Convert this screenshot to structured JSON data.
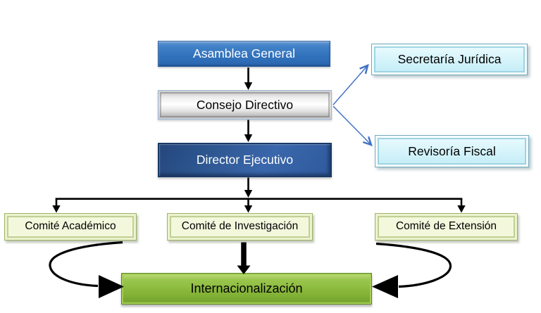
{
  "nodes": {
    "asamblea": {
      "label": "Asamblea General"
    },
    "consejo": {
      "label": "Consejo Directivo"
    },
    "director": {
      "label": "Director Ejecutivo"
    },
    "secretaria": {
      "label": "Secretaría Jurídica"
    },
    "revisoria": {
      "label": "Revisoría Fiscal"
    },
    "academico": {
      "label": "Comité Académico"
    },
    "investigacion": {
      "label": "Comité de Investigación"
    },
    "extension": {
      "label": "Comité de Extensión"
    },
    "internacional": {
      "label": "Internacionalización"
    }
  },
  "edges": [
    {
      "from": "asamblea",
      "to": "consejo",
      "style": "black-arrow"
    },
    {
      "from": "consejo",
      "to": "director",
      "style": "black-arrow"
    },
    {
      "from": "consejo",
      "to": "secretaria",
      "style": "thin-blue-arrow"
    },
    {
      "from": "consejo",
      "to": "revisoria",
      "style": "thin-blue-arrow"
    },
    {
      "from": "director",
      "to": "academico",
      "style": "black-branch-arrow"
    },
    {
      "from": "director",
      "to": "investigacion",
      "style": "black-branch-arrow"
    },
    {
      "from": "director",
      "to": "extension",
      "style": "black-branch-arrow"
    },
    {
      "from": "academico",
      "to": "internacional",
      "style": "curved-black-arrow"
    },
    {
      "from": "investigacion",
      "to": "internacional",
      "style": "thick-black-arrow"
    },
    {
      "from": "extension",
      "to": "internacional",
      "style": "curved-black-arrow"
    }
  ],
  "colors": {
    "background": "#ffffff",
    "blue_box": "#3273bd",
    "silver_box": "#ececec",
    "dark_blue_box": "#2f5a9d",
    "dark_blue_border": "#1a3a66",
    "cyan_box": "#d4f3fa",
    "cyan_border": "#74aabb",
    "pale_green_box": "#f3f8dd",
    "pale_green_border": "#9fb266",
    "green_box": "#8cba3e",
    "green_border": "#5c8822",
    "connector_black": "#000000",
    "connector_blue": "#4472c4",
    "text_on_blue": "#ffffff",
    "text_on_light": "#000000"
  }
}
